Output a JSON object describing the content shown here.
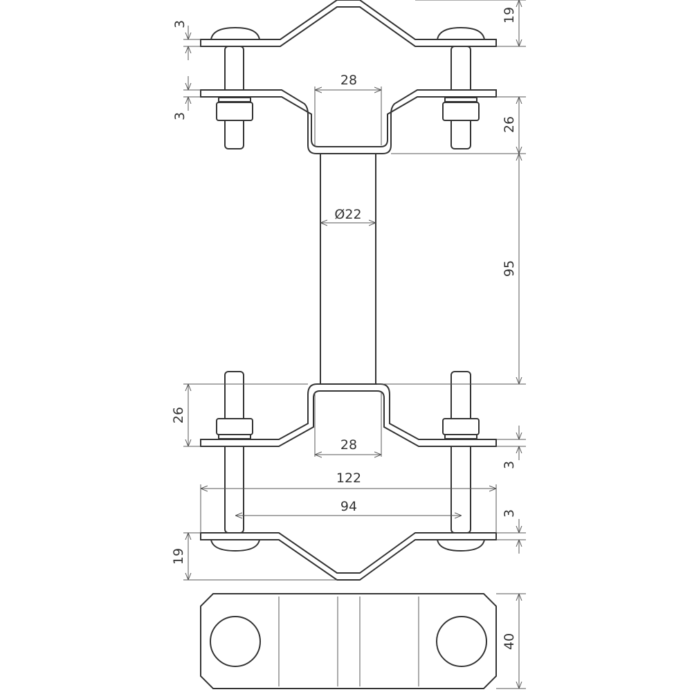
{
  "title": "Pipe clamp spacer technical drawing",
  "dimensions": {
    "top_strap_thickness": "3",
    "top_lower_strap_thickness": "3",
    "top_height": "19",
    "top_pipe_width": "28",
    "top_u_depth": "26",
    "rod_diameter": "Ø22",
    "rod_length": "95",
    "bottom_u_depth": "26",
    "bottom_pipe_width": "28",
    "bottom_strap_thickness_upper": "3",
    "overall_width": "122",
    "bolt_spacing": "94",
    "bottom_strap_thickness_lower": "3",
    "bottom_height": "19",
    "plate_width": "40"
  }
}
